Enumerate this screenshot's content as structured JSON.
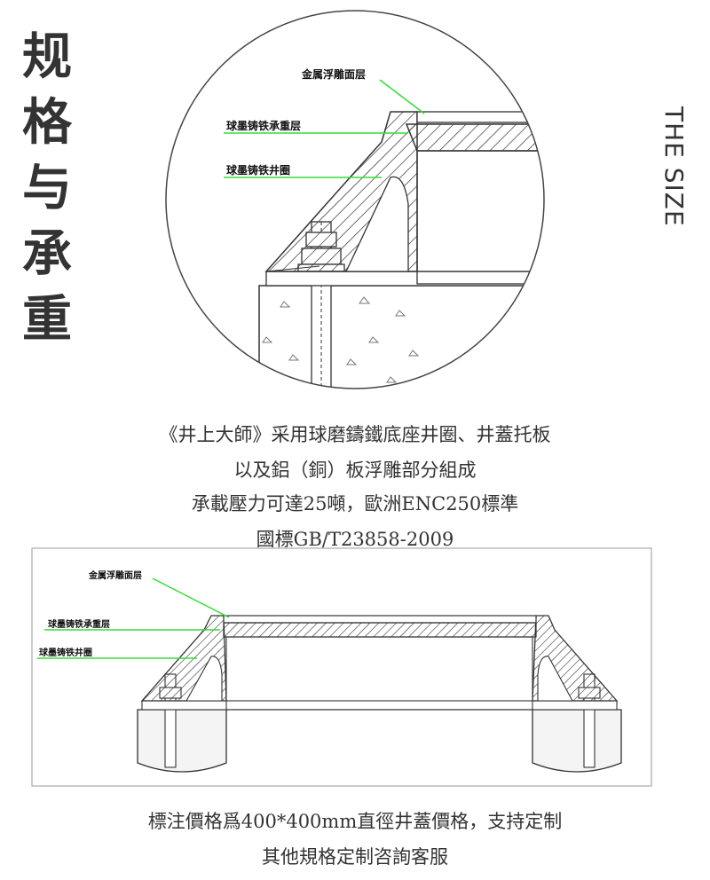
{
  "title_cn": [
    "规",
    "格",
    "与",
    "承",
    "重"
  ],
  "title_en": "THE SIZE",
  "diagram_top": {
    "labels": {
      "surface": "金属浮雕面层",
      "bearing": "球墨铸铁承重层",
      "ring": "球墨铸铁井圈"
    }
  },
  "description": {
    "line1": "《井上大師》采用球磨鑄鐵底座井圈、井蓋托板",
    "line2": "以及鋁（銅）板浮雕部分組成",
    "line3": "承載壓力可達25噸，歐洲ENC250標準",
    "line4": "國標GB/T23858-2009"
  },
  "diagram_bottom": {
    "labels": {
      "surface": "金属浮雕面层",
      "bearing": "球墨铸铁承重层",
      "ring": "球墨铸铁井圈"
    }
  },
  "footer": {
    "line1": "標注價格爲400*400mm直徑井蓋價格，支持定制",
    "line2": "其他規格定制咨詢客服"
  },
  "colors": {
    "leader_line": "#33dd33",
    "outline": "#333333",
    "concrete": "#e6e6e6"
  }
}
